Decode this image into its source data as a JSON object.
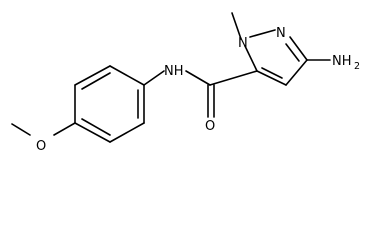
{
  "molecule": {
    "atoms": {
      "n1": "N",
      "n2": "N",
      "nh2": "NH",
      "nh2_sub": "2",
      "amide_nh": "NH",
      "carbonyl_o": "O",
      "ether_o": "O"
    }
  }
}
